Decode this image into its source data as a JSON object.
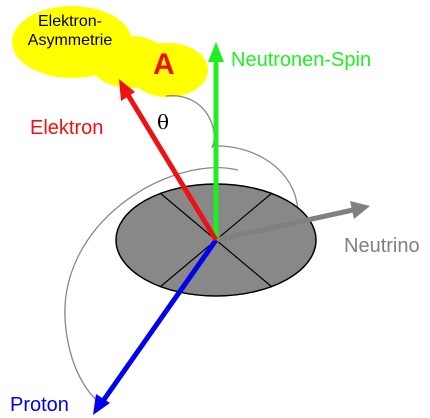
{
  "labels": {
    "asymmetry_line1": "Elektron-",
    "asymmetry_line2": "Asymmetrie",
    "asymmetry_symbol": "A",
    "spin": "Neutronen-Spin",
    "electron": "Elektron",
    "angle": "θ",
    "neutrino": "Neutrino",
    "proton": "Proton"
  },
  "colors": {
    "spin": "#22ee22",
    "electron": "#ee1111",
    "proton": "#0000ee",
    "neutrino": "#808080",
    "blob": "#ffff00",
    "disk": "#888888",
    "asymmetry_symbol": "#ee1111"
  }
}
